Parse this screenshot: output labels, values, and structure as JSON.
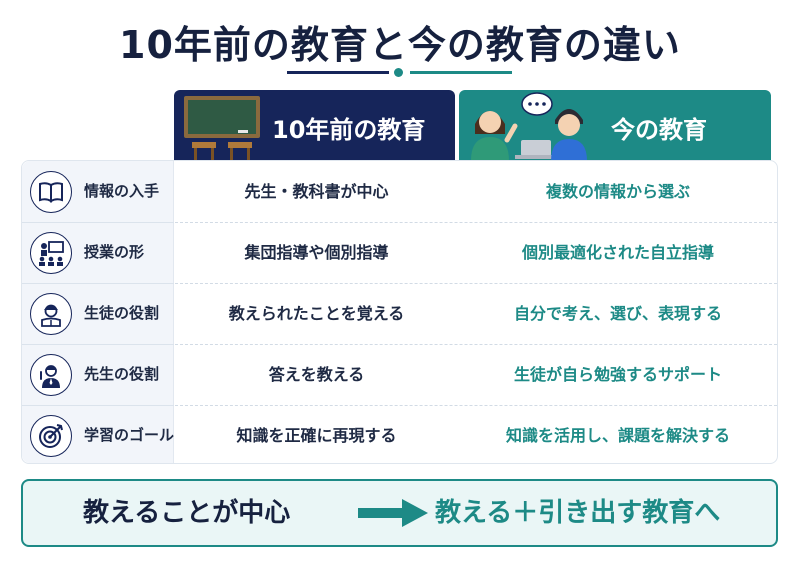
{
  "title": "10年前の教育と今の教育の違い",
  "columns": {
    "old": "10年前の教育",
    "new": "今の教育"
  },
  "rows": [
    {
      "icon": "book-icon",
      "label": "情報の入手",
      "old": "先生・教科書が中心",
      "new": "複数の情報から選ぶ"
    },
    {
      "icon": "presentation-icon",
      "label": "授業の形",
      "old": "集団指導や個別指導",
      "new": "個別最適化された自立指導"
    },
    {
      "icon": "student-reading-icon",
      "label": "生徒の役割",
      "old": "教えられたことを覚える",
      "new": "自分で考え、選び、表現する"
    },
    {
      "icon": "teacher-icon",
      "label": "先生の役割",
      "old": "答えを教える",
      "new": "生徒が自ら勉強するサポート"
    },
    {
      "icon": "target-icon",
      "label": "学習のゴール",
      "old": "知識を正確に再現する",
      "new": "知識を活用し、課題を解決する"
    }
  ],
  "summary": {
    "old": "教えることが中心",
    "new": "教える＋引き出す教育へ"
  },
  "colors": {
    "navy": "#16255a",
    "teal": "#1d8a86"
  }
}
